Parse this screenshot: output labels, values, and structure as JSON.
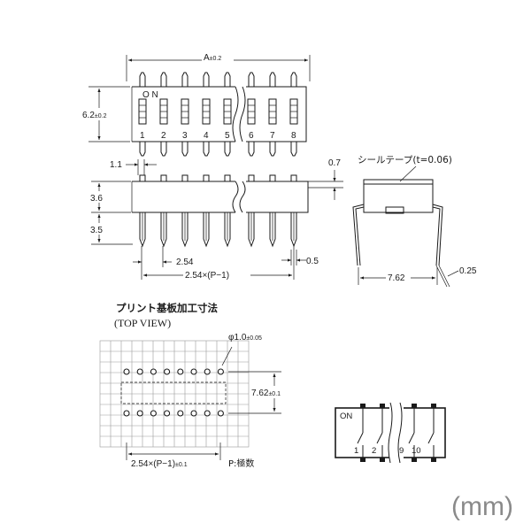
{
  "top_view": {
    "dim_A": "A",
    "dim_A_tol": "±0.2",
    "dim_height": "6.2",
    "dim_height_tol": "±0.2",
    "on_label": "O N",
    "switch_numbers": [
      "1",
      "2",
      "3",
      "4",
      "5",
      "6",
      "7",
      "8"
    ]
  },
  "side_view": {
    "dim_pin_width": "1.1",
    "dim_body": "3.6",
    "dim_lead": "3.5",
    "dim_pitch": "2.54",
    "dim_span": "2.54×(P−1)",
    "dim_lead_thickness": "0.5",
    "dim_top": "0.7"
  },
  "end_view": {
    "seal_label": "シールテープ(t=0.06)",
    "dim_row_spacing": "7.62",
    "dim_lead": "0.25"
  },
  "pcb": {
    "title": "プリント基板加工寸法",
    "subtitle": "(TOP VIEW)",
    "hole": "φ1.0",
    "hole_tol": "±0.05",
    "row_spacing": "7.62",
    "row_spacing_tol": "±0.1",
    "pitch": "2.54×(P−1)",
    "pitch_tol": "±0.1",
    "legend": "P:極数"
  },
  "schematic": {
    "on_label": "ON",
    "pins": [
      "1",
      "2",
      "9",
      "10"
    ]
  },
  "unit": "(mm)"
}
